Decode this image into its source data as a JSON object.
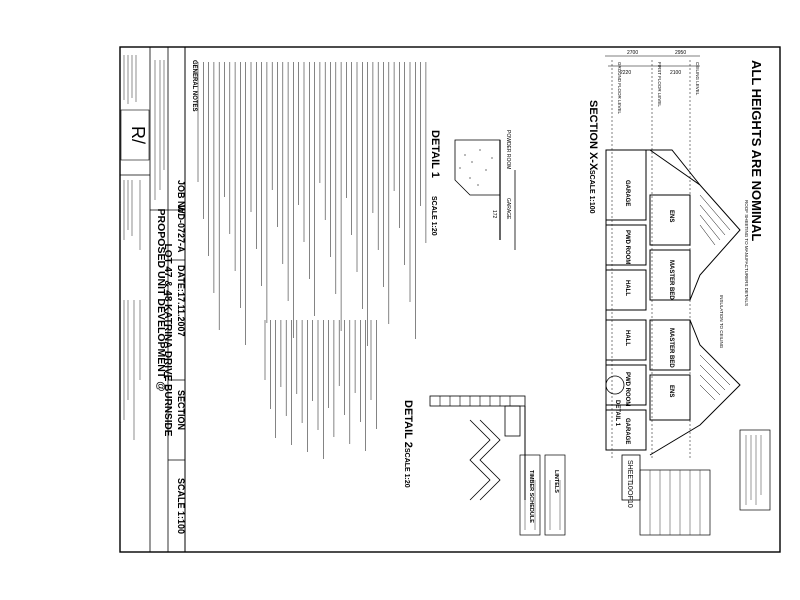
{
  "sheet_title": "ALL HEIGHTS ARE NOMINAL",
  "section": {
    "title": "SECTION X-X",
    "scale": "SCALE 1:100",
    "dims_top": [
      "2700",
      "2950"
    ],
    "dims_bottom": [
      "2220",
      "2100"
    ],
    "level_labels": [
      "CEILING LEVEL",
      "FIRST FLOOR LEVEL",
      "GROUND FLOOR LEVEL"
    ],
    "rooms_left": [
      "GARAGE",
      "PWD ROOM",
      "HALL",
      "ENS",
      "MASTER BED"
    ],
    "rooms_right": [
      "GARAGE",
      "PWD ROOM",
      "HALL",
      "ENS",
      "MASTER BED"
    ],
    "detail_marker": "DETAIL 1",
    "note_roof": "ROOF SHEETING TO MANUFACTURERS DETAILS",
    "note_ceiling": "INSULATION TO CEILING"
  },
  "detail1": {
    "title": "DETAIL 1",
    "scale": "SCALE 1:20",
    "labels": [
      "POWDER ROOM",
      "GARAGE",
      "172"
    ]
  },
  "detail2": {
    "title": "DETAIL 2",
    "scale": "SCALE 1:20"
  },
  "general_notes_title": "GENERAL NOTES",
  "timber_schedule_title": "TIMBER SCHEDULE",
  "lintels_title": "LINTELS",
  "project": {
    "title_line1": "PROPOSED UNIT DEVELOPMENT @",
    "title_line2": "LOT 47 & 48 KATRINA DRIVE  BURNSIDE",
    "job_label": "JOB No.",
    "job_no": "WD-0727-A",
    "date_label": "DATE:",
    "date": "17.11.2007",
    "section_label": "SECTION",
    "scale_label": "SCALE 1:100",
    "sheet_label": "SHEET",
    "sheet_no": "10",
    "sheet_of": "OF",
    "sheet_total": "10",
    "logo_text": "R/"
  },
  "colors": {
    "ink": "#000000",
    "paper": "#ffffff"
  }
}
